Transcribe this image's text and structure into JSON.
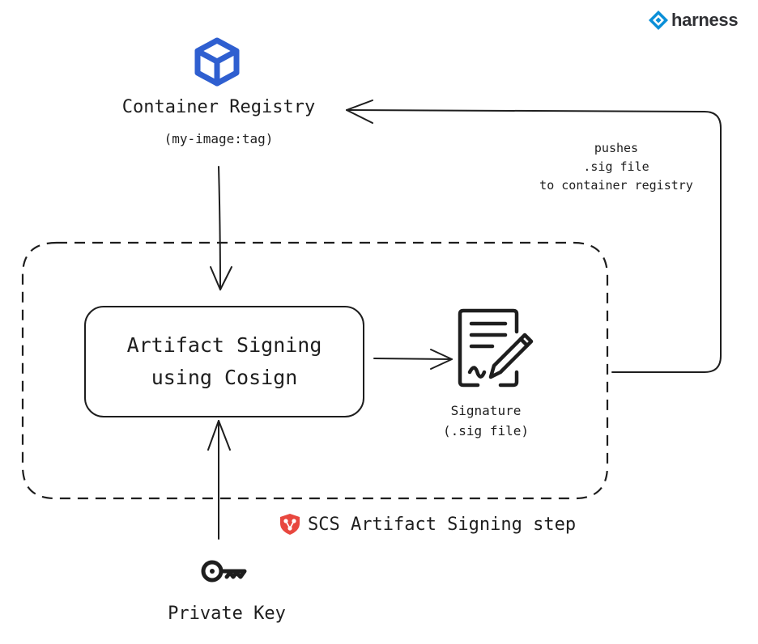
{
  "brand": {
    "name": "harness",
    "color": "#0a8fd8"
  },
  "registry": {
    "title": "Container Registry",
    "tag": "(my-image:tag)",
    "icon": "cube-icon",
    "icon_color": "#2f5fd0"
  },
  "push_note": {
    "lines": [
      "pushes",
      ".sig file",
      "to container registry"
    ]
  },
  "signing": {
    "lines": [
      "Artifact Signing",
      "using Cosign"
    ]
  },
  "signature": {
    "title": "Signature",
    "subtitle": "(.sig file)",
    "icon": "signed-document-icon"
  },
  "step": {
    "label": "SCS Artifact Signing step",
    "icon": "shield-icon",
    "icon_color": "#e8473f"
  },
  "private_key": {
    "label": "Private Key",
    "icon": "key-icon"
  },
  "colors": {
    "stroke": "#1e1e1e"
  }
}
